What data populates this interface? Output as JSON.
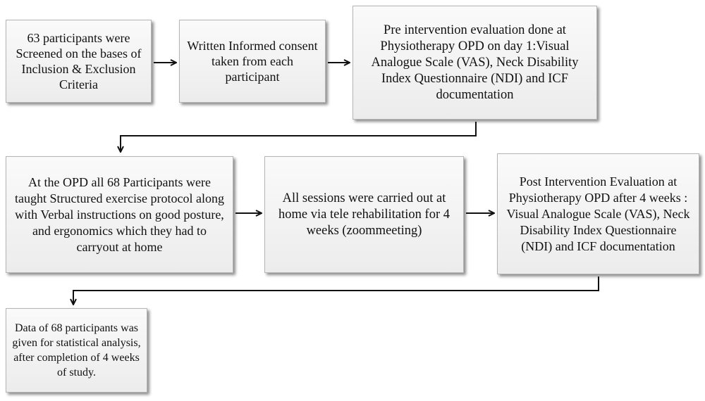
{
  "steps": [
    {
      "id": "b1",
      "text": "63 participants were Screened on the bases of Inclusion & Exclusion Criteria"
    },
    {
      "id": "b2",
      "text": "Written Informed consent taken from each participant"
    },
    {
      "id": "b3",
      "text": "Pre intervention evaluation done at Physiotherapy OPD on day 1:Visual Analogue Scale (VAS), Neck Disability Index Questionnaire (NDI) and ICF documentation"
    },
    {
      "id": "b4",
      "text": "At the OPD all 68 Participants were taught Structured exercise protocol along with Verbal instructions on good posture, and ergonomics which they had to carryout at home"
    },
    {
      "id": "b5",
      "text": "All sessions were carried out at home via tele rehabilitation for 4 weeks (zoommeeting)"
    },
    {
      "id": "b6",
      "text": "Post Intervention Evaluation at Physiotherapy OPD after 4 weeks : Visual Analogue Scale (VAS), Neck Disability Index Questionnaire (NDI) and ICF documentation"
    },
    {
      "id": "b7",
      "text": "Data of 68 participants was given for statistical analysis, after completion of 4 weeks of study."
    }
  ],
  "connectors": [
    {
      "from": "b1",
      "to": "b2"
    },
    {
      "from": "b2",
      "to": "b3"
    },
    {
      "from": "b3",
      "to": "b4"
    },
    {
      "from": "b4",
      "to": "b5"
    },
    {
      "from": "b5",
      "to": "b6"
    },
    {
      "from": "b6",
      "to": "b7"
    }
  ]
}
